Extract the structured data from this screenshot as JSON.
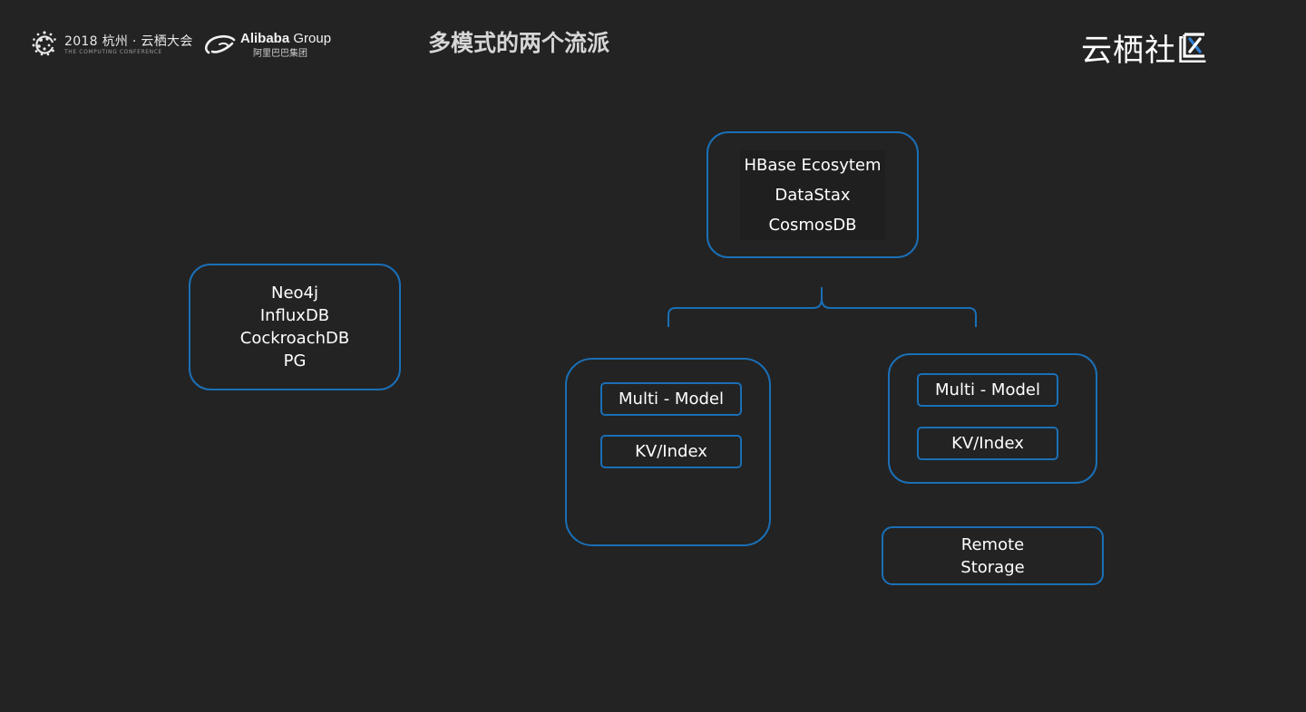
{
  "header": {
    "conference_title": "2018 杭州 · 云栖大会",
    "conference_subtitle": "THE COMPUTING CONFERENCE",
    "alibaba_name": "Alibaba",
    "alibaba_group": " Group",
    "alibaba_cn": "阿里巴巴集团",
    "slide_title": "多模式的两个流派",
    "brand": "云栖社区"
  },
  "colors": {
    "background": "#232323",
    "box_border": "#1a6fb6",
    "accent_blue": "#2f7fd1",
    "title_text": "#d6d6d6"
  },
  "diagram": {
    "left_box": {
      "lines": [
        "Neo4j",
        "InfluxDB",
        "CockroachDB",
        "PG"
      ]
    },
    "top_box": {
      "lines": [
        "HBase Ecosytem",
        "DataStax",
        "CosmosDB"
      ]
    },
    "middle_box": {
      "layers": [
        "Multi - Model",
        "KV/Index"
      ]
    },
    "right_box": {
      "layers": [
        "Multi - Model",
        "KV/Index"
      ]
    },
    "remote_box": {
      "lines": [
        "Remote",
        "Storage"
      ]
    }
  }
}
